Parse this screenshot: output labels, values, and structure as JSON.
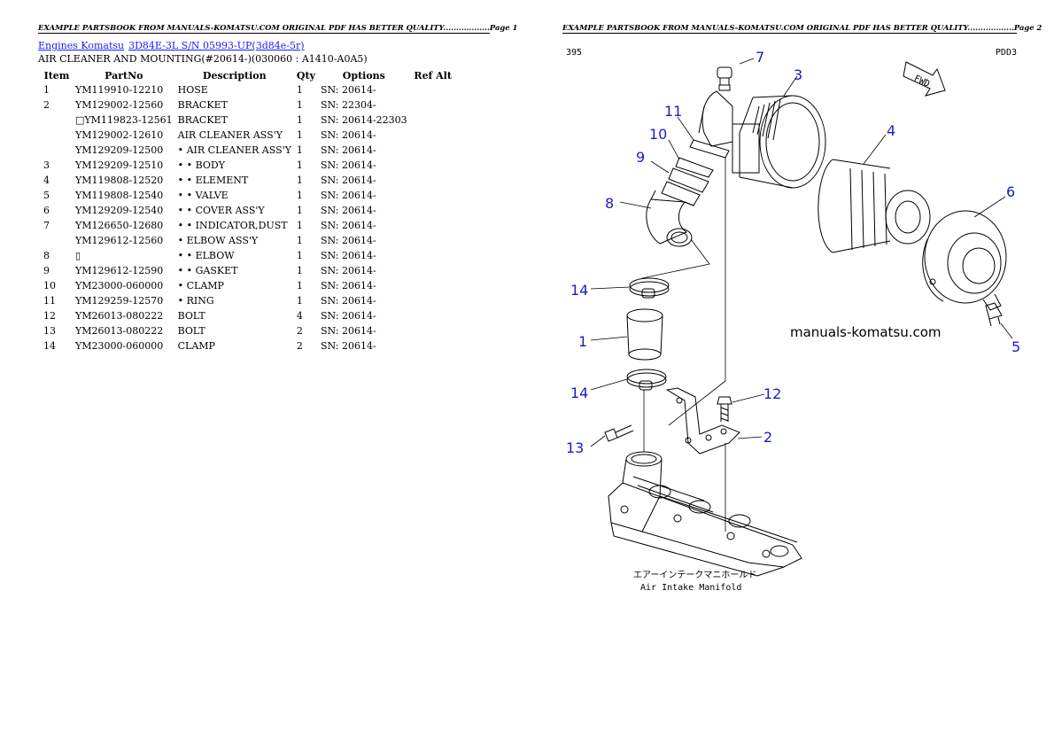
{
  "page1": {
    "header": "EXAMPLE PARTSBOOK FROM MANUALS-KOMATSU.COM ORIGINAL PDF HAS BETTER QUALITY..................Page 1",
    "breadcrumbs": [
      "Engines Komatsu",
      "3D84E-3L S/N 05993-UP(3d84e-5r)"
    ],
    "subtitle": "AIR CLEANER AND MOUNTING(#20614-)(030060 : A1410-A0A5)",
    "table": {
      "headers": [
        "Item",
        "PartNo",
        "Description",
        "Qty",
        "Options",
        "Ref Alt"
      ],
      "rows": [
        {
          "item": "1",
          "partno": "YM119910-12210",
          "desc": "HOSE",
          "qty": "1",
          "options": "SN: 20614-"
        },
        {
          "item": "2",
          "partno": "YM129002-12560",
          "desc": "BRACKET",
          "qty": "1",
          "options": "SN: 22304-"
        },
        {
          "item": "",
          "partno": "□YM119823-12561",
          "desc": "BRACKET",
          "qty": "1",
          "options": "SN: 20614-22303"
        },
        {
          "item": "",
          "partno": "YM129002-12610",
          "desc": "AIR CLEANER ASS'Y",
          "qty": "1",
          "options": "SN: 20614-"
        },
        {
          "item": "",
          "partno": "YM129209-12500",
          "desc": "• AIR CLEANER ASS'Y",
          "qty": "1",
          "options": "SN: 20614-"
        },
        {
          "item": "3",
          "partno": "YM129209-12510",
          "desc": "• • BODY",
          "qty": "1",
          "options": "SN: 20614-"
        },
        {
          "item": "4",
          "partno": "YM119808-12520",
          "desc": "• • ELEMENT",
          "qty": "1",
          "options": "SN: 20614-"
        },
        {
          "item": "5",
          "partno": "YM119808-12540",
          "desc": "• • VALVE",
          "qty": "1",
          "options": "SN: 20614-"
        },
        {
          "item": "6",
          "partno": "YM129209-12540",
          "desc": "• • COVER ASS'Y",
          "qty": "1",
          "options": "SN: 20614-"
        },
        {
          "item": "7",
          "partno": "YM126650-12680",
          "desc": "• • INDICATOR,DUST",
          "qty": "1",
          "options": "SN: 20614-"
        },
        {
          "item": "",
          "partno": "YM129612-12560",
          "desc": "• ELBOW ASS'Y",
          "qty": "1",
          "options": "SN: 20614-"
        },
        {
          "item": "8",
          "partno": "▯",
          "desc": "• • ELBOW",
          "qty": "1",
          "options": "SN: 20614-"
        },
        {
          "item": "9",
          "partno": "YM129612-12590",
          "desc": "• • GASKET",
          "qty": "1",
          "options": "SN: 20614-"
        },
        {
          "item": "10",
          "partno": "YM23000-060000",
          "desc": "• CLAMP",
          "qty": "1",
          "options": "SN: 20614-"
        },
        {
          "item": "11",
          "partno": "YM129259-12570",
          "desc": "• RING",
          "qty": "1",
          "options": "SN: 20614-"
        },
        {
          "item": "12",
          "partno": "YM26013-080222",
          "desc": "BOLT",
          "qty": "4",
          "options": "SN: 20614-"
        },
        {
          "item": "13",
          "partno": "YM26013-080222",
          "desc": "BOLT",
          "qty": "2",
          "options": "SN: 20614-"
        },
        {
          "item": "14",
          "partno": "YM23000-060000",
          "desc": "CLAMP",
          "qty": "2",
          "options": "SN: 20614-"
        }
      ]
    }
  },
  "page2": {
    "header": "EXAMPLE PARTSBOOK FROM MANUALS-KOMATSU.COM ORIGINAL PDF HAS BETTER QUALITY..................Page 2",
    "diagram": {
      "corner_left": "395",
      "corner_right": "PDD3",
      "fwd": "FWD",
      "watermark": "manuals-komatsu.com",
      "caption_jp": "エアーインテークマニホールド",
      "caption_en": "Air Intake Manifold",
      "callouts": [
        "7",
        "3",
        "11",
        "10",
        "4",
        "9",
        "6",
        "8",
        "14",
        "1",
        "5",
        "14",
        "12",
        "2",
        "13"
      ],
      "callout_color": "#1a1acc"
    }
  }
}
